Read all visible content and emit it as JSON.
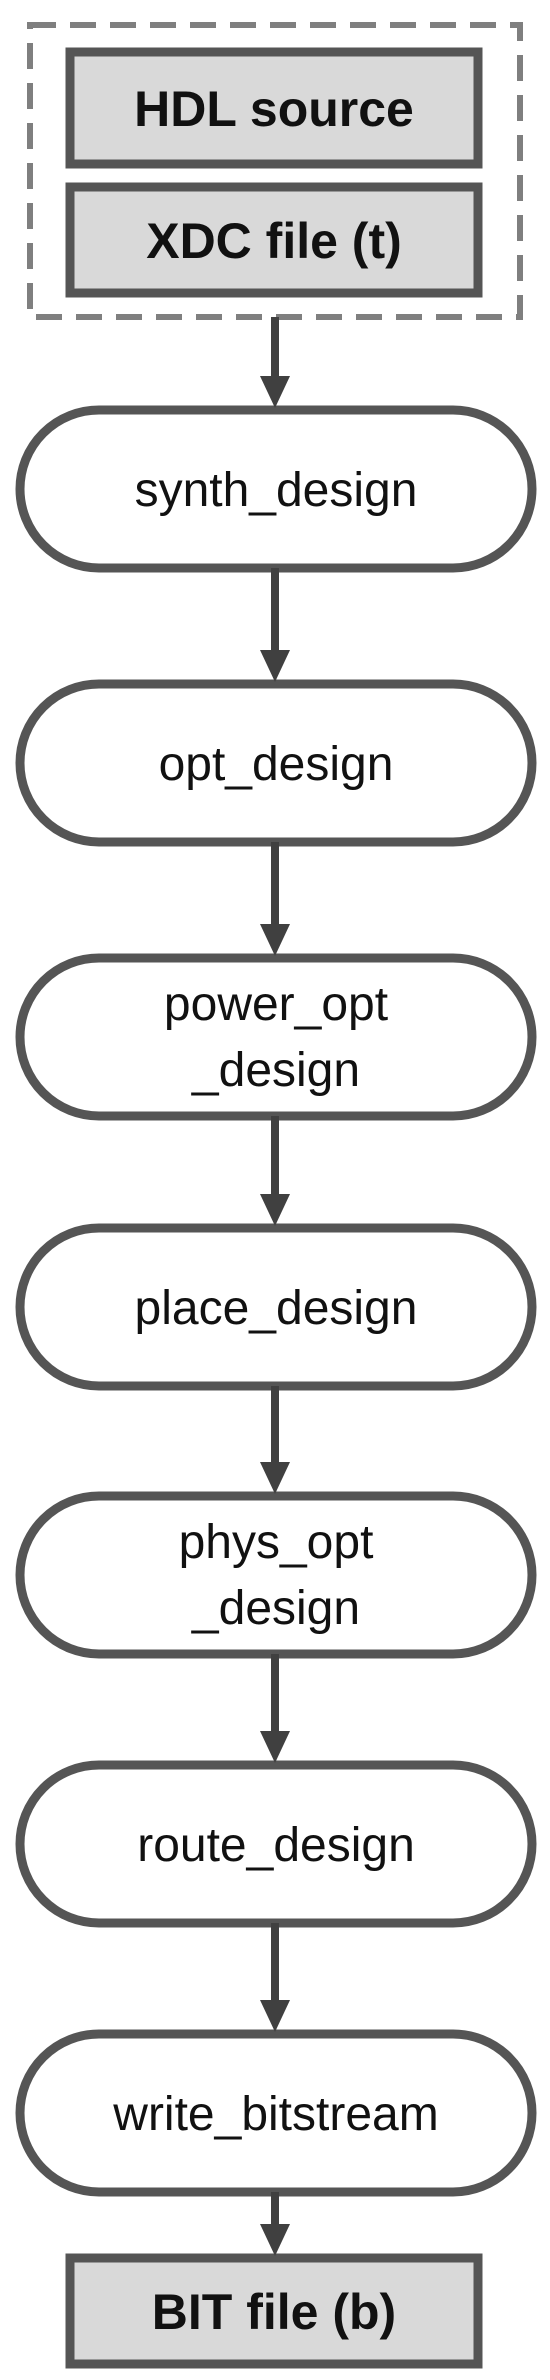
{
  "inputs": [
    {
      "id": "hdl",
      "label": "HDL source"
    },
    {
      "id": "xdc",
      "label": "XDC file (t)"
    }
  ],
  "steps": [
    {
      "id": "synth",
      "lines": [
        "synth_design"
      ]
    },
    {
      "id": "opt",
      "lines": [
        "opt_design"
      ]
    },
    {
      "id": "power_opt",
      "lines": [
        "power_opt",
        "_design"
      ]
    },
    {
      "id": "place",
      "lines": [
        "place_design"
      ]
    },
    {
      "id": "phys_opt",
      "lines": [
        "phys_opt",
        "_design"
      ]
    },
    {
      "id": "route",
      "lines": [
        "route_design"
      ]
    },
    {
      "id": "write_bitstream",
      "lines": [
        "write_bitstream"
      ]
    }
  ],
  "output": {
    "id": "bit",
    "label": "BIT file (b)"
  },
  "colors": {
    "box_fill": "#d9d9d9",
    "stroke": "#555555",
    "step_fill": "#ffffff",
    "arrow": "#404040",
    "text": "#111111"
  }
}
